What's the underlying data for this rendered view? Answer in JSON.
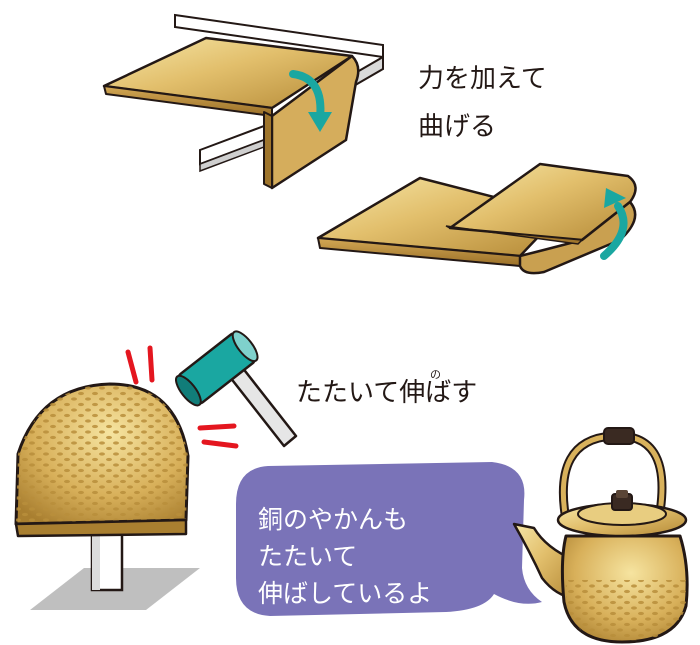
{
  "bend_caption": {
    "line1": "力を加えて",
    "line2": "曲げる"
  },
  "hammer_caption": {
    "text": "たたいて伸ばす",
    "ruby": "の"
  },
  "speech_bubble": {
    "line1": "銅のやかんも",
    "line2": "たたいて",
    "line3": "伸ばしているよ"
  },
  "colors": {
    "copper_light": "#f3e3a0",
    "copper_mid": "#d9b25c",
    "copper_dark": "#a87d2e",
    "outline": "#231815",
    "arrow_teal": "#1aa7a1",
    "impact_red": "#e4161f",
    "bubble_purple": "#7a73b8",
    "stand_gray": "#bfbfbf"
  }
}
